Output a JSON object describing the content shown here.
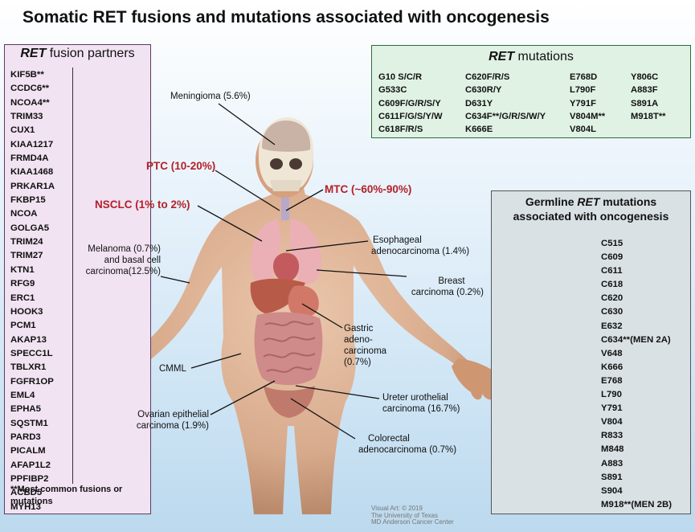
{
  "title": "Somatic RET fusions and mutations associated with oncogenesis",
  "fusion": {
    "title_italic": "RET",
    "title_rest": " fusion partners",
    "items": [
      "KIF5B**",
      "CCDC6**",
      "NCOA4**",
      "TRIM33",
      "CUX1",
      "KIAA1217",
      "FRMD4A",
      "KIAA1468",
      "PRKAR1A",
      "FKBP15",
      "NCOA",
      "GOLGA5",
      "TRIM24",
      "TRIM27",
      "KTN1",
      "RFG9",
      "ERC1",
      "HOOK3",
      "PCM1",
      "AKAP13",
      "SPECC1L",
      "TBLXR1",
      "FGFR1OP",
      "EML4",
      "EPHA5",
      "SQSTM1",
      "PARD3",
      "PICALM",
      "AFAP1L2",
      "PPFIBP2",
      "ACBD5",
      "MYH13"
    ],
    "footnote": "**Most common fusions or mutations"
  },
  "mutations": {
    "title_italic": "RET",
    "title_rest": " mutations",
    "col1": [
      "G10 S/C/R",
      "G533C",
      "C609F/G/R/S/Y",
      "C611F/G/S/Y/W",
      "C618F/R/S"
    ],
    "col2": [
      "C620F/R/S",
      "C630R/Y",
      "D631Y",
      "C634F**/G/R/S/W/Y",
      "K666E"
    ],
    "col3": [
      "E768D",
      "L790F",
      "Y791F",
      "V804M**",
      "V804L"
    ],
    "col4": [
      "Y806C",
      "A883F",
      "S891A",
      "M918T**"
    ]
  },
  "germline": {
    "title_line1_a": "Germline ",
    "title_line1_italic": "RET",
    "title_line1_b": " mutations",
    "title_line2": "associated with oncogenesis",
    "items": [
      "C515",
      "C609",
      "C611",
      "C618",
      "C620",
      "C630",
      "E632",
      "C634**(MEN 2A)",
      "V648",
      "K666",
      "E768",
      "L790",
      "Y791",
      "V804",
      "R833",
      "M848",
      "A883",
      "S891",
      "S904",
      "M918**(MEN 2B)"
    ]
  },
  "labels": {
    "meningioma": "Meningioma (5.6%)",
    "ptc": "PTC (10-20%)",
    "mtc": "MTC (~60%-90%)",
    "nsclc": "NSCLC (1% to 2%)",
    "melanoma_1": "Melanoma (0.7%)",
    "melanoma_2": "and basal cell",
    "melanoma_3": "carcinoma(12.5%)",
    "esophageal_1": "Esophageal",
    "esophageal_2": "adenocarcinoma (1.4%)",
    "breast_1": "Breast",
    "breast_2": "carcinoma (0.2%)",
    "gastric_1": "Gastric",
    "gastric_2": "adeno-",
    "gastric_3": "carcinoma",
    "gastric_4": "(0.7%)",
    "cmml": "CMML",
    "ureter_1": "Ureter urothelial",
    "ureter_2": "carcinoma (16.7%)",
    "ovarian_1": "Ovarian epithelial",
    "ovarian_2": "carcinoma (1.9%)",
    "colorectal_1": "Colorectal",
    "colorectal_2": "adenocarcinoma (0.7%)"
  },
  "credit": {
    "line1": "Visual Art: © 2019",
    "line2": "The University of Texas",
    "line3": "MD Anderson Cancer Center"
  },
  "colors": {
    "skin": "#d9a583",
    "lung": "#eab0b5",
    "liver": "#b85a48",
    "intestine": "#cf8a8a",
    "label_red": "#b3202a",
    "child": "#5a8fd0"
  }
}
